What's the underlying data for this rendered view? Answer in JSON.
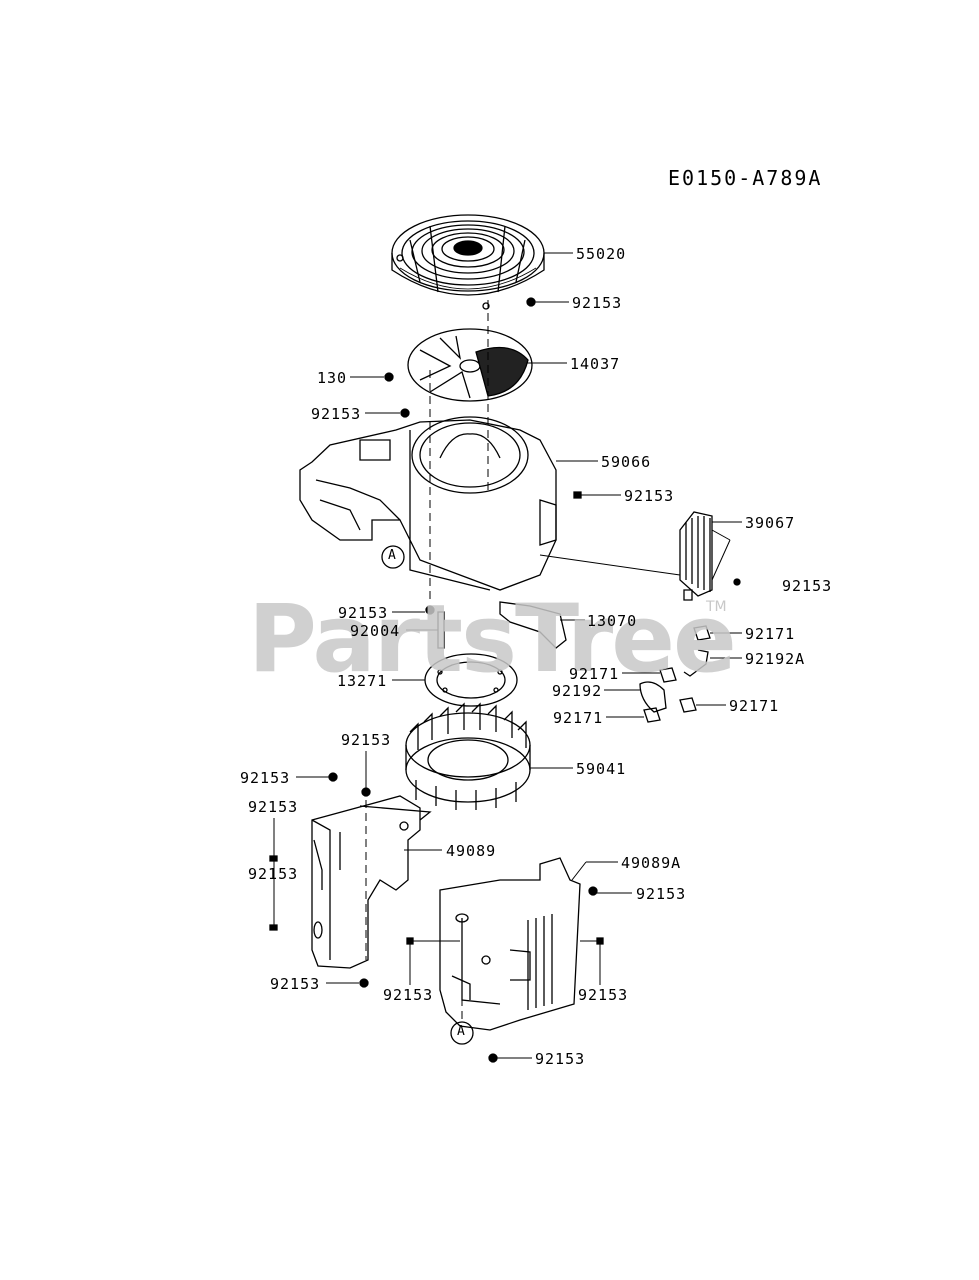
{
  "diagram_ref": "E0150-A789A",
  "watermark": "PartsTree",
  "watermark_tm": "TM",
  "circle_marker": "A",
  "parts": {
    "p55020": "55020",
    "p92153_a": "92153",
    "p14037": "14037",
    "p130": "130",
    "p92153_b": "92153",
    "p59066": "59066",
    "p92153_c": "92153",
    "p39067": "39067",
    "p92153_d": "92153",
    "p92153_e": "92153",
    "p92004": "92004",
    "p13070": "13070",
    "p92171_a": "92171",
    "p13271": "13271",
    "p92192A": "92192A",
    "p92171_b": "92171",
    "p92192": "92192",
    "p92171_c": "92171",
    "p92171_d": "92171",
    "p92153_f": "92153",
    "p59041": "59041",
    "p92153_g": "92153",
    "p92153_h": "92153",
    "p49089": "49089",
    "p92153_i": "92153",
    "p49089A": "49089A",
    "p92153_j": "92153",
    "p92153_k": "92153",
    "p92153_l": "92153",
    "p92153_m": "92153",
    "p92153_n": "92153"
  }
}
